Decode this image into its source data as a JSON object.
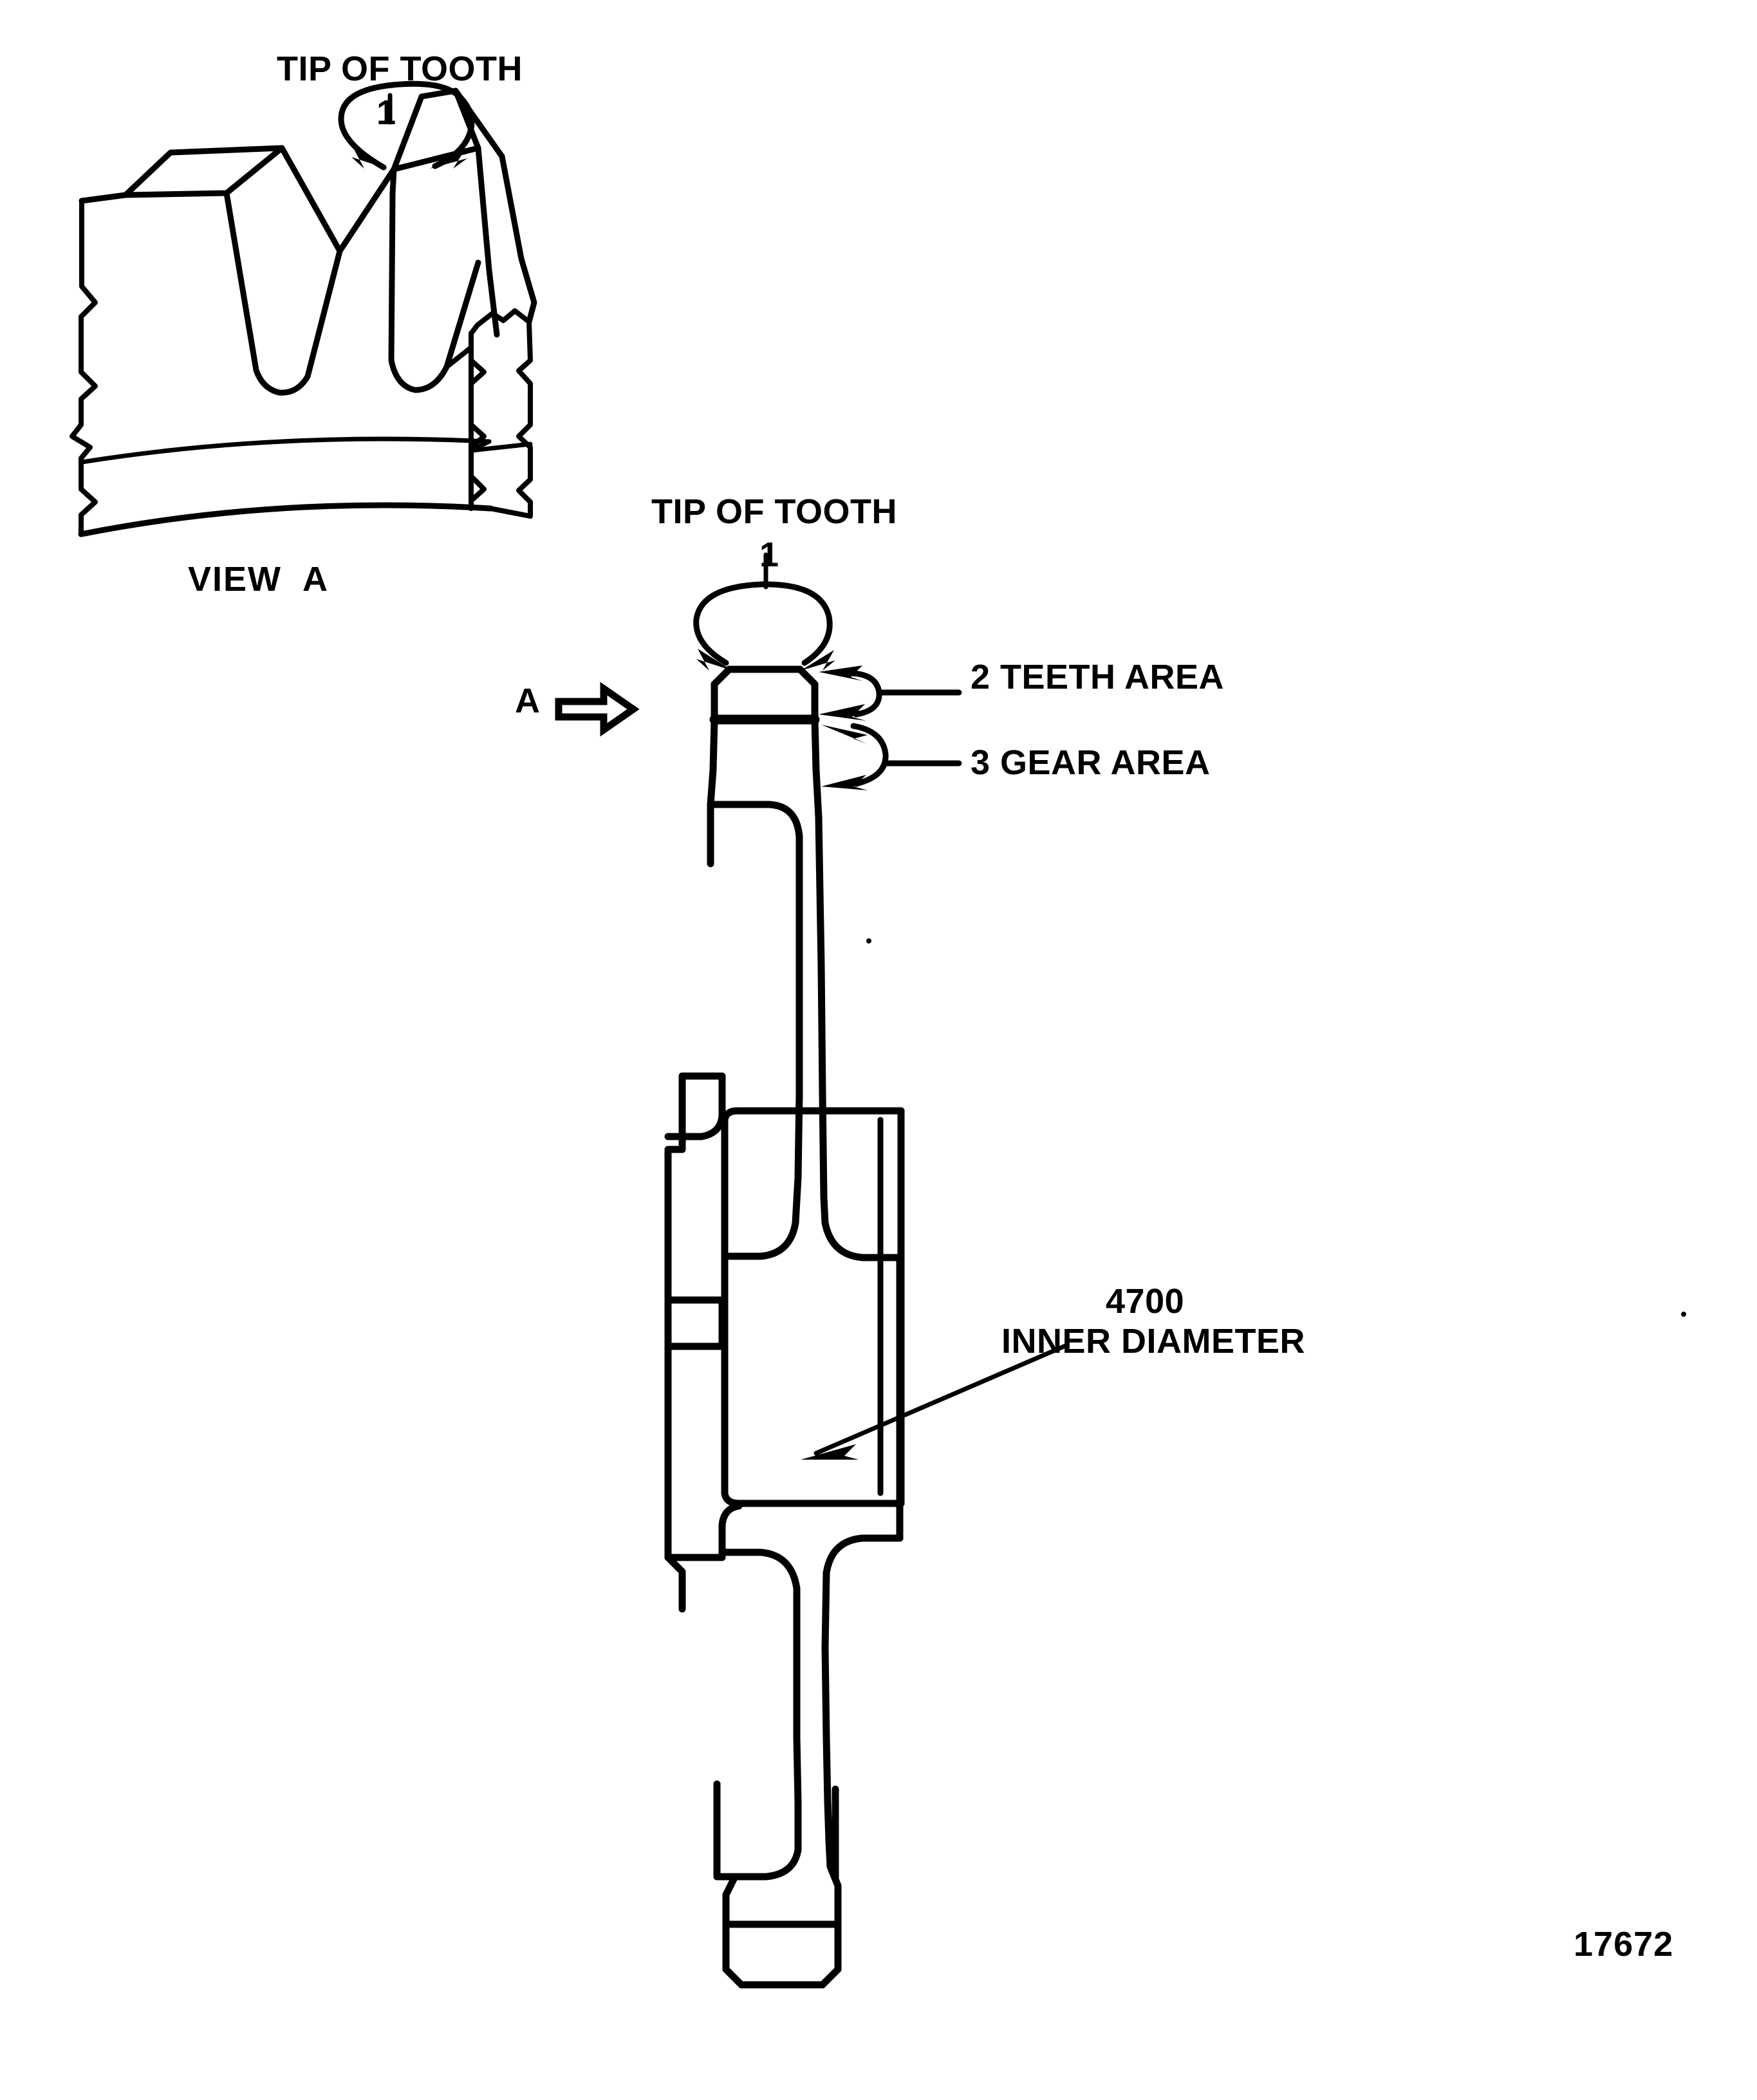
{
  "document": {
    "type": "technical-line-drawing",
    "subject": "gear cross-section and tooth detail",
    "figure_number": "17672",
    "background_color": "#ffffff",
    "line_color": "#000000"
  },
  "view_a_detail": {
    "tip_of_tooth_label": "TIP OF TOOTH",
    "tip_of_tooth_number": "1",
    "view_caption": "VIEW  A"
  },
  "section_view": {
    "tip_of_tooth_label": "TIP OF TOOTH",
    "tip_of_tooth_number": "1",
    "view_direction_letter": "A",
    "callouts": [
      {
        "number": "2",
        "text": "2 TEETH AREA"
      },
      {
        "number": "3",
        "text": "3 GEAR AREA"
      }
    ],
    "inner_diameter": {
      "number": "4700",
      "text": "INNER DIAMETER"
    }
  },
  "figure": {
    "number": "17672"
  }
}
